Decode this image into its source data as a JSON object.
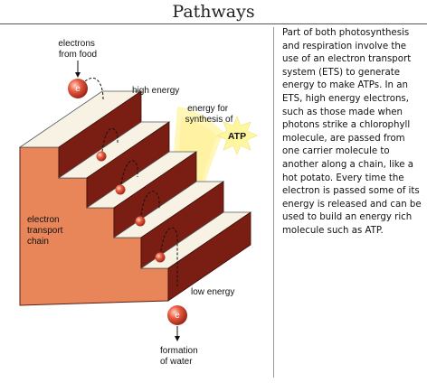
{
  "page": {
    "title": "Pathways"
  },
  "diagram": {
    "labels": {
      "electrons_from_food": [
        "electrons",
        "from food"
      ],
      "high_energy": "high energy",
      "energy_for_synthesis": [
        "energy for",
        "synthesis of"
      ],
      "atp": "ATP",
      "ets_chain": [
        "electron",
        "transport",
        "chain"
      ],
      "low_energy": "low energy",
      "formation_of_water": [
        "formation",
        "of water"
      ],
      "electron_symbol": "e"
    },
    "colors": {
      "stair_front": "#e8865a",
      "step_top": "#f7f2e4",
      "riser": "#7a1e14",
      "electron": "#e04f35",
      "glow": "#fff6a8"
    }
  },
  "sidebar": {
    "text": "Part of both photosynthesis and respiration involve the use of an electron transport system (ETS) to generate energy to make ATPs.  In an ETS, high energy electrons, such as those made when photons strike a chlorophyll molecule, are passed from one carrier molecule to another along a chain, like a hot potato.  Every time the electron is passed some of its energy is released and can be used to build an energy rich molecule such as ATP."
  }
}
